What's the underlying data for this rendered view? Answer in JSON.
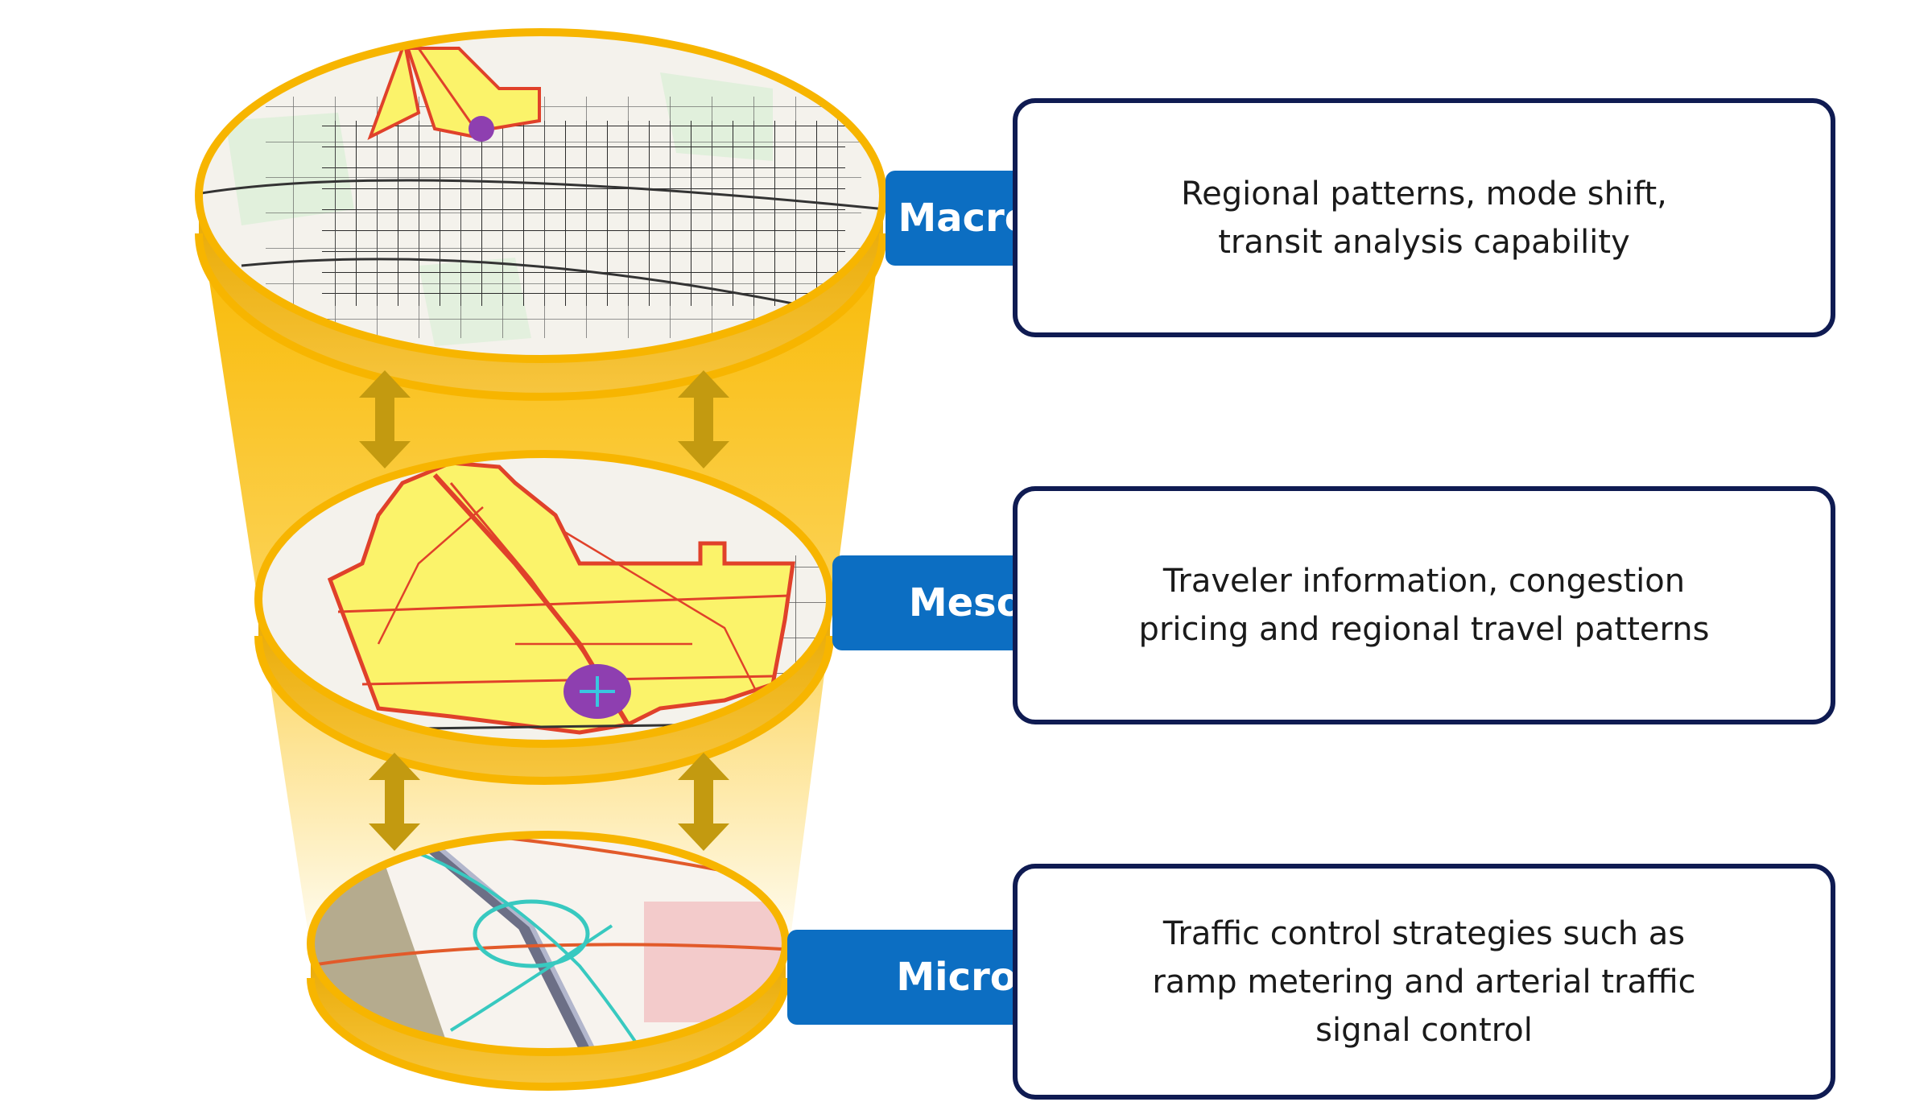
{
  "levels": [
    {
      "label": "Macroscopic",
      "description": "Regional patterns, mode shift,\ntransit analysis capability"
    },
    {
      "label": "Mesoscopic",
      "description": "Traveler information, congestion\npricing and regional travel patterns"
    },
    {
      "label": "Microscopic",
      "description": "Traffic control strategies such as\nramp metering and arterial traffic\nsignal control"
    }
  ],
  "colors": {
    "cone_yellow": "#fbc42a",
    "ring_yellow": "#f7b500",
    "label_blue": "#0c6ec2",
    "box_border": "#0f1b52",
    "arrow_gold": "#c39a10",
    "zone_fill": "#fbf36a",
    "road_red": "#e0412a",
    "hub_purple": "#8e3fb0"
  },
  "icons": [
    "double-arrow-icon"
  ]
}
